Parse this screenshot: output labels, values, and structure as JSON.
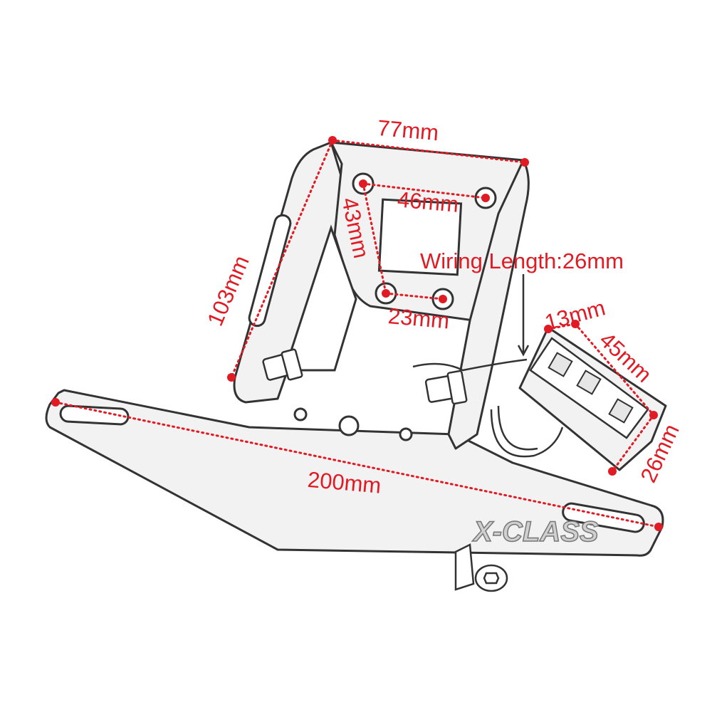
{
  "product": {
    "logo": "X-CLASS"
  },
  "colors": {
    "dimension": "#e01b24",
    "outline": "#333333",
    "metal_fill": "#f2f2f2"
  },
  "dimensions": {
    "top_width": "77mm",
    "hole_spacing_horizontal": "46mm",
    "hole_spacing_vertical": "43mm",
    "lower_hole_spacing": "23mm",
    "bracket_height": "103mm",
    "base_length": "200mm",
    "wiring_length": "Wiring Length:26mm",
    "light_depth": "13mm",
    "light_length": "45mm",
    "light_width": "26mm"
  }
}
